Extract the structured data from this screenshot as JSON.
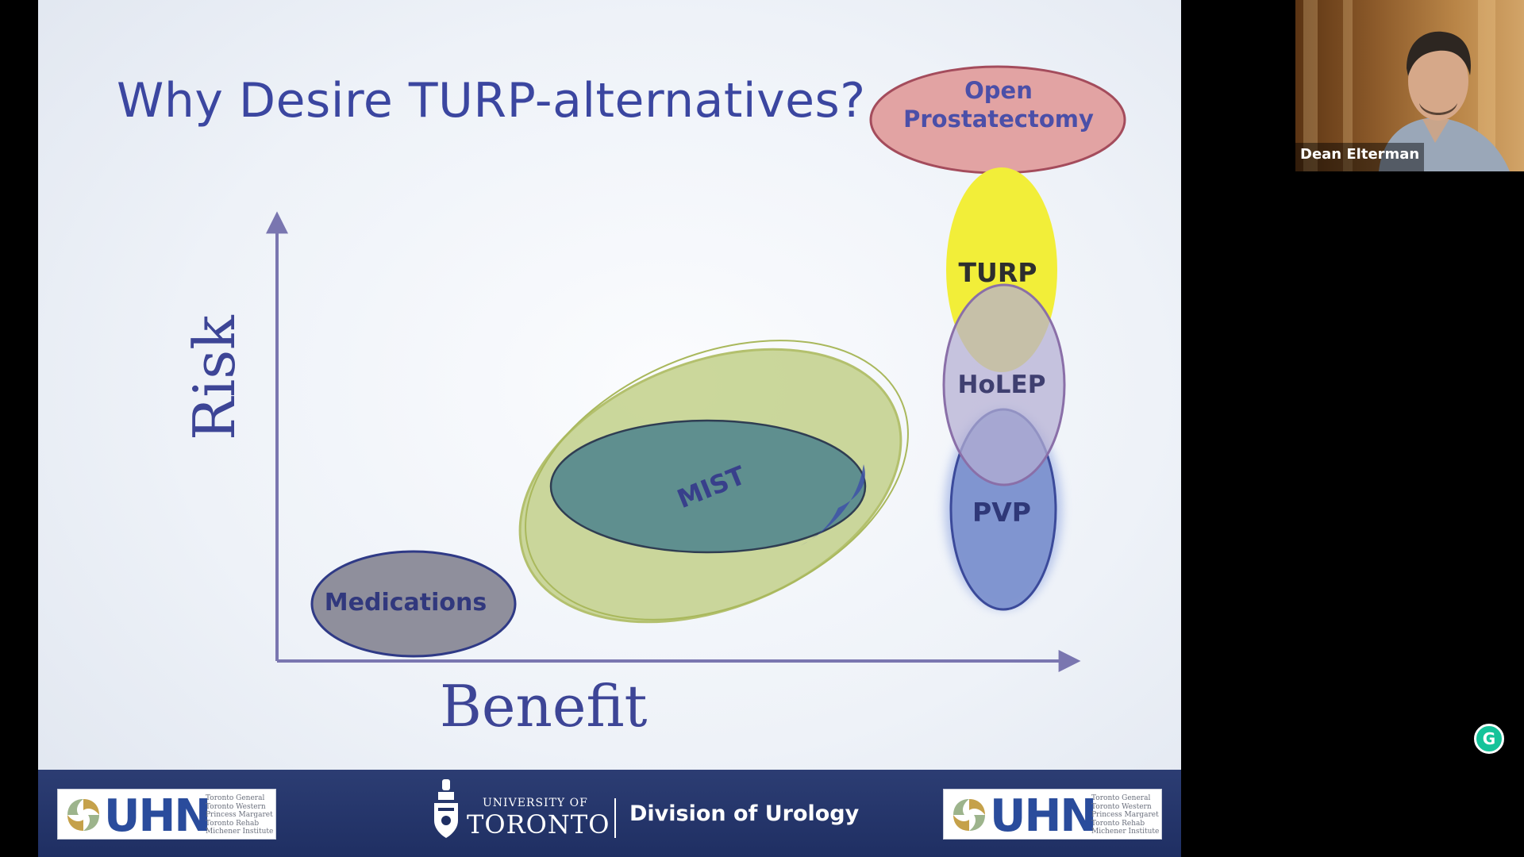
{
  "slide": {
    "title": "Why Desire TURP-alternatives?",
    "x_axis_label": "Benefit",
    "y_axis_label": "Risk",
    "bubbles": {
      "open_prostatectomy": "Open Prostatectomy",
      "turp": "TURP",
      "holep": "HoLEP",
      "pvp": "PVP",
      "medications": "Medications",
      "mist": "MIST"
    },
    "colors": {
      "title": "#3b46a0",
      "open_prostatectomy": "#e2a3a3",
      "turp": "#f2ee39",
      "holep": "#bdb7d6",
      "pvp": "#7d92cf",
      "medications": "#8f8f9c",
      "mist_outer": "#c2d08a",
      "mist_inner": "#5f8f8f",
      "axis": "#7a76b0"
    }
  },
  "footer": {
    "uhn_logo_text": "UHN",
    "uhn_hospitals": [
      "Toronto General",
      "Toronto Western",
      "Princess Margaret",
      "Toronto Rehab",
      "Michener Institute"
    ],
    "university_small": "UNIVERSITY OF",
    "university_big": "TORONTO",
    "division": "Division of Urology"
  },
  "participant": {
    "name": "Dean Elterman"
  },
  "floating_button": {
    "icon": "grammarly-icon",
    "glyph": "G"
  }
}
